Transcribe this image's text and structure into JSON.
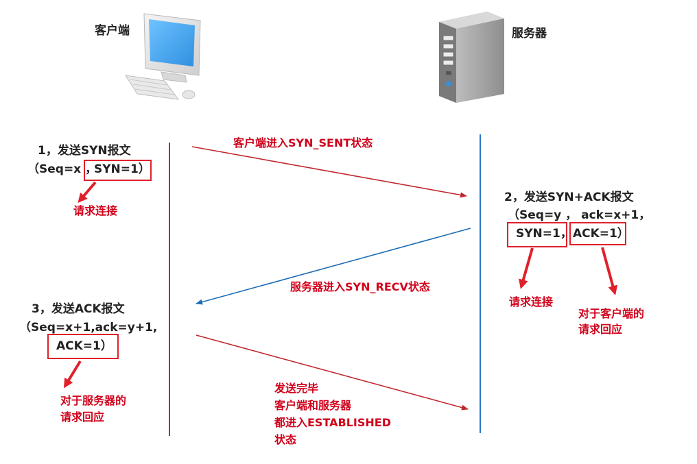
{
  "client": {
    "label": "客户端"
  },
  "server": {
    "label": "服务器"
  },
  "step1": {
    "title": "1，发送SYN报文",
    "params_prefix": "（Seq=x ，",
    "syn": "SYN=1）",
    "note": "请求连接"
  },
  "arrow1": {
    "label": "客户端进入SYN_SENT状态"
  },
  "step2": {
    "title": "2，发送SYN+ACK报文",
    "params": "（Seq=y ， ack=x+1，",
    "syn": "SYN=1，",
    "ack": "ACK=1）",
    "note_syn": "请求连接",
    "note_ack_line1": "对于客户端的",
    "note_ack_line2": "请求回应"
  },
  "arrow2": {
    "label": "服务器进入SYN_RECV状态"
  },
  "step3": {
    "title": "3，发送ACK报文",
    "params": "（Seq=x+1,ack=y+1,",
    "ack": "ACK=1）",
    "note_line1": "对于服务器的",
    "note_line2": "请求回应"
  },
  "arrow3": {
    "line1": "发送完毕",
    "line2": "客户端和服务器",
    "line3": "都进入ESTABLISHED",
    "line4": "状态"
  },
  "colors": {
    "client_line": "#c0282e",
    "server_line": "#2a78c2",
    "red": "#d0021b",
    "blue": "#1f6db5"
  }
}
